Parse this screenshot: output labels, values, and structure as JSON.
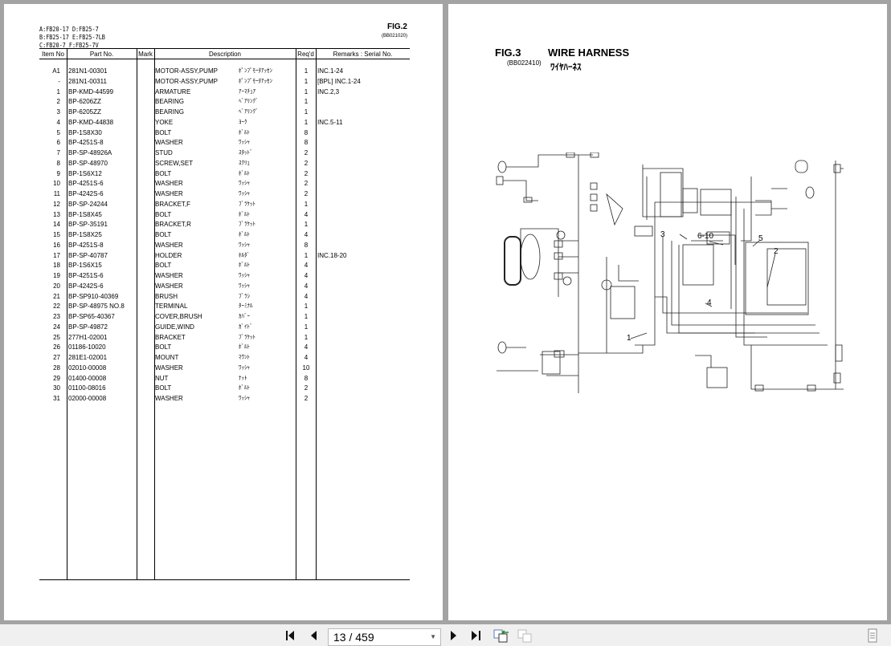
{
  "left_page": {
    "models": [
      "A:FB20-17 D:FB25-7",
      "B:FB25-17 E:FB25-7LB",
      "C:FB20-7  F:FB25-7V"
    ],
    "fig": "FIG.2",
    "fig_code": "(BB021020)",
    "headers": {
      "item": "Item No",
      "part": "Part No.",
      "mark": "Mark",
      "desc": "Description",
      "req": "Req'd",
      "remarks": "Remarks : Serial No."
    },
    "rows": [
      [
        "A1",
        "281N1-00301",
        "MOTOR-ASSY,PUMP",
        "ﾎﾟﾝﾌﾟﾓｰﾀｱｯｾﾝ",
        "1",
        "INC.1-24"
      ],
      [
        "-",
        "281N1-00311",
        "MOTOR-ASSY,PUMP",
        "ﾎﾟﾝﾌﾟﾓｰﾀｱｯｾﾝ",
        "1",
        "[BPL] INC.1-24"
      ],
      [
        "1",
        "BP-KMD-44599",
        "ARMATURE",
        "ｱｰﾏﾁｭｱ",
        "1",
        "INC.2,3"
      ],
      [
        "2",
        "BP-6206ZZ",
        "BEARING",
        "ﾍﾞｱﾘﾝｸﾞ",
        "1",
        ""
      ],
      [
        "3",
        "BP-6205ZZ",
        "BEARING",
        "ﾍﾞｱﾘﾝｸﾞ",
        "1",
        ""
      ],
      [
        "4",
        "BP-KMD-44838",
        "YOKE",
        "ﾖｰｸ",
        "1",
        "INC.5-11"
      ],
      [
        "5",
        "BP-1S8X30",
        "BOLT",
        "ﾎﾞﾙﾄ",
        "8",
        ""
      ],
      [
        "6",
        "BP-4251S-8",
        "WASHER",
        "ﾜｯｼｬ",
        "8",
        ""
      ],
      [
        "7",
        "BP-SP-48926A",
        "STUD",
        "ｽﾀｯﾄﾞ",
        "2",
        ""
      ],
      [
        "8",
        "BP-SP-48970",
        "SCREW,SET",
        "ｽｸﾘｭ",
        "2",
        ""
      ],
      [
        "9",
        "BP-1S6X12",
        "BOLT",
        "ﾎﾞﾙﾄ",
        "2",
        ""
      ],
      [
        "10",
        "BP-4251S-6",
        "WASHER",
        "ﾜｯｼｬ",
        "2",
        ""
      ],
      [
        "11",
        "BP-4242S-6",
        "WASHER",
        "ﾜｯｼｬ",
        "2",
        ""
      ],
      [
        "12",
        "BP-SP-24244",
        "BRACKET,F",
        "ﾌﾞﾗｹｯﾄ",
        "1",
        ""
      ],
      [
        "13",
        "BP-1S8X45",
        "BOLT",
        "ﾎﾞﾙﾄ",
        "4",
        ""
      ],
      [
        "14",
        "BP-SP-35191",
        "BRACKET,R",
        "ﾌﾞﾗｹｯﾄ",
        "1",
        ""
      ],
      [
        "15",
        "BP-1S8X25",
        "BOLT",
        "ﾎﾞﾙﾄ",
        "4",
        ""
      ],
      [
        "16",
        "BP-4251S-8",
        "WASHER",
        "ﾜｯｼｬ",
        "8",
        ""
      ],
      [
        "17",
        "BP-SP-40787",
        "HOLDER",
        "ﾎﾙﾀﾞ",
        "1",
        "INC.18-20"
      ],
      [
        "18",
        "BP-1S6X15",
        "BOLT",
        "ﾎﾞﾙﾄ",
        "4",
        ""
      ],
      [
        "19",
        "BP-4251S-6",
        "WASHER",
        "ﾜｯｼｬ",
        "4",
        ""
      ],
      [
        "20",
        "BP-4242S-6",
        "WASHER",
        "ﾜｯｼｬ",
        "4",
        ""
      ],
      [
        "21",
        "BP-SP910-40369",
        "BRUSH",
        "ﾌﾞﾗｼ",
        "4",
        ""
      ],
      [
        "22",
        "BP-SP-48975 NO.8",
        "TERMINAL",
        "ﾀｰﾐﾅﾙ",
        "1",
        ""
      ],
      [
        "23",
        "BP-SP65-40367",
        "COVER,BRUSH",
        "ｶﾊﾞｰ",
        "1",
        ""
      ],
      [
        "24",
        "BP-SP-49872",
        "GUIDE,WIND",
        "ｶﾞｲﾄﾞ",
        "1",
        ""
      ],
      [
        "25",
        "277H1-02001",
        "BRACKET",
        "ﾌﾞﾗｹｯﾄ",
        "1",
        ""
      ],
      [
        "26",
        "01186-10020",
        "BOLT",
        "ﾎﾞﾙﾄ",
        "4",
        ""
      ],
      [
        "27",
        "281E1-02001",
        "MOUNT",
        "ﾏｳﾝﾄ",
        "4",
        ""
      ],
      [
        "28",
        "02010-00008",
        "WASHER",
        "ﾜｯｼｬ",
        "10",
        ""
      ],
      [
        "29",
        "01400-00008",
        "NUT",
        "ﾅｯﾄ",
        "8",
        ""
      ],
      [
        "30",
        "01100-08016",
        "BOLT",
        "ﾎﾞﾙﾄ",
        "2",
        ""
      ],
      [
        "31",
        "02000-00008",
        "WASHER",
        "ﾜｯｼｬ",
        "2",
        ""
      ]
    ]
  },
  "right_page": {
    "fig": "FIG.3",
    "fig_code": "(BB022410)",
    "title": "WIRE HARNESS",
    "title_jp": "ﾜｲﾔﾊｰﾈｽ",
    "callouts": [
      "1",
      "2",
      "3",
      "4",
      "5",
      "6-10"
    ]
  },
  "toolbar": {
    "page_value": "13 / 459",
    "current_page": 13,
    "total_pages": 459
  }
}
